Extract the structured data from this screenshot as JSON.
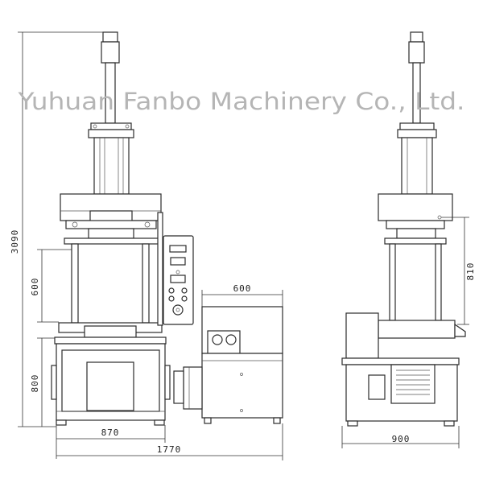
{
  "watermark": "Yuhuan Fanbo Machinery Co., Ltd.",
  "dimensions": {
    "total_height": "3090",
    "stroke": "600",
    "table_height": "800",
    "frame_width": "870",
    "overall_width": "1770",
    "tank_width": "600",
    "side_depth": "900",
    "side_open_height": "810"
  }
}
